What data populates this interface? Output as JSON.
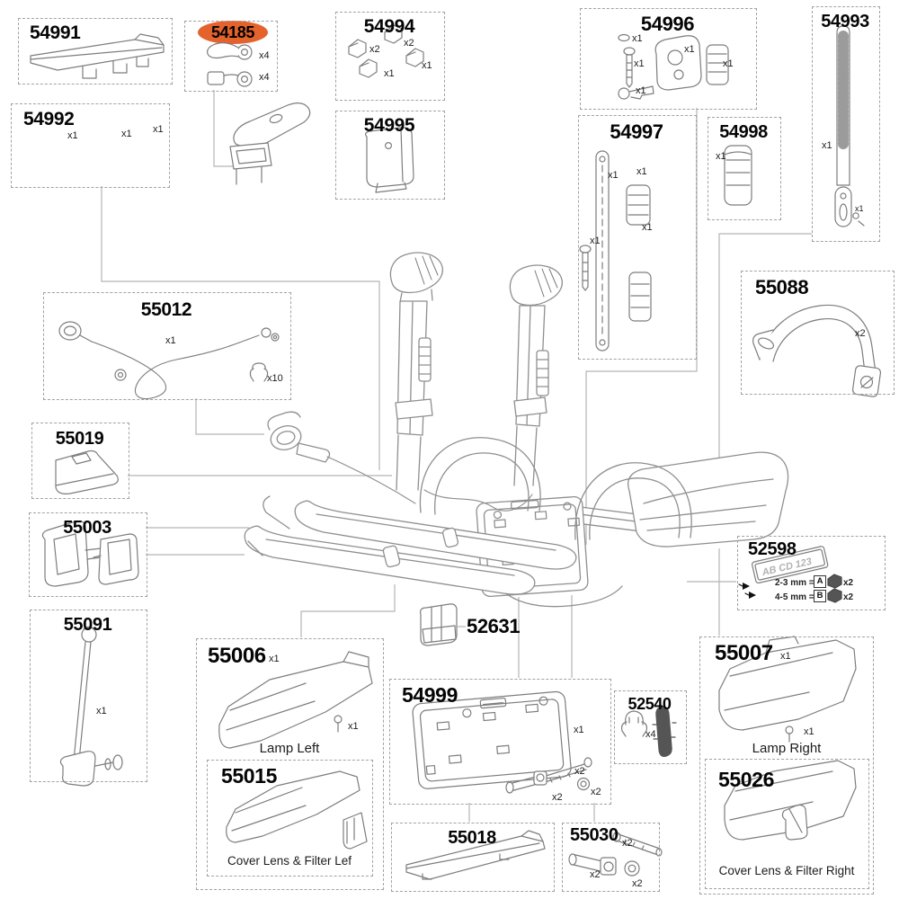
{
  "colors": {
    "highlight": "#E4632D",
    "leader_line": "#b5b5b5",
    "drawing_line": "#8f8f8f",
    "text": "#050505"
  },
  "parts": {
    "p54991": {
      "number": "54991"
    },
    "p54185": {
      "number": "54185",
      "qty1": "x4",
      "qty2": "x4"
    },
    "p54992": {
      "number": "54992",
      "qty1": "x1",
      "qty2": "x1",
      "qty3": "x1"
    },
    "p54994": {
      "number": "54994",
      "qty1": "x2",
      "qty2": "x2",
      "qty3": "x1",
      "qty4": "x1"
    },
    "p54995": {
      "number": "54995"
    },
    "p54996": {
      "number": "54996",
      "qty1": "x1",
      "qty2": "x1",
      "qty3": "x1",
      "qty4": "x1",
      "qty5": "x1"
    },
    "p54993": {
      "number": "54993",
      "qty1": "x1",
      "qty2": "x1"
    },
    "p54997": {
      "number": "54997",
      "qty1": "x1",
      "qty2": "x1",
      "qty3": "x1",
      "qty4": "x1"
    },
    "p54998": {
      "number": "54998",
      "qty1": "x1"
    },
    "p55088": {
      "number": "55088",
      "qty1": "x2"
    },
    "p55012": {
      "number": "55012",
      "qty1": "x1",
      "qty2": "x10"
    },
    "p55019": {
      "number": "55019"
    },
    "p55003": {
      "number": "55003"
    },
    "p55091": {
      "number": "55091",
      "qty1": "x1"
    },
    "p55006": {
      "number": "55006",
      "qty1": "x1",
      "qty2": "x1",
      "caption": "Lamp Left"
    },
    "p55015": {
      "number": "55015",
      "caption": "Cover Lens & Filter Lef"
    },
    "p52631": {
      "number": "52631"
    },
    "p54999": {
      "number": "54999",
      "qty1": "x1",
      "qty2": "x2",
      "qty3": "x2",
      "qty4": "x2"
    },
    "p52540": {
      "number": "52540",
      "qty1": "x4"
    },
    "p55007": {
      "number": "55007",
      "qty1": "x1",
      "qty2": "x1",
      "caption": "Lamp Right"
    },
    "p55026": {
      "number": "55026",
      "caption": "Cover Lens & Filter Right"
    },
    "p52598": {
      "number": "52598",
      "plate_text": "AB CD 123",
      "row1_label": "2-3 mm =",
      "row1_key": "A",
      "row1_qty": "x2",
      "row2_label": "4-5 mm =",
      "row2_key": "B",
      "row2_qty": "x2"
    },
    "p55018": {
      "number": "55018"
    },
    "p55030": {
      "number": "55030",
      "qty1": "x2",
      "qty2": "x2",
      "qty3": "x2"
    }
  }
}
